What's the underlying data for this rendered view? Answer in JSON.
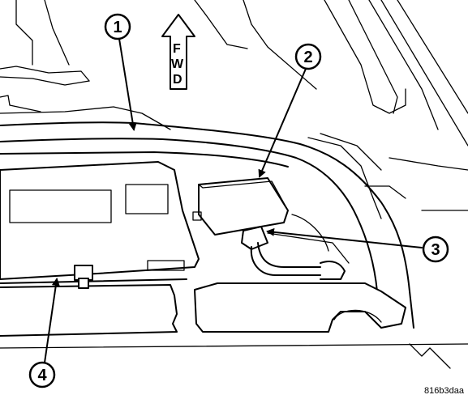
{
  "orientation": {
    "letters": [
      "F",
      "W",
      "D"
    ],
    "icon": "up-arrow-icon"
  },
  "callouts": [
    {
      "label": "1"
    },
    {
      "label": "2"
    },
    {
      "label": "3"
    },
    {
      "label": "4"
    }
  ],
  "figure_id": "816b3daa",
  "colors": {
    "line": "#000000",
    "background": "#ffffff"
  }
}
